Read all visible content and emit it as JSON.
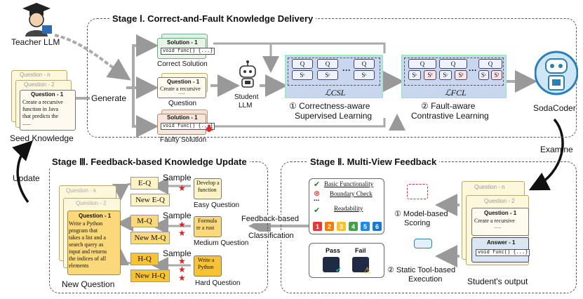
{
  "stage1": {
    "title": "Stage Ⅰ. Correct-and-Fault Knowledge Delivery",
    "teacher_label": "Teacher LLM",
    "generate_label": "Generate",
    "seed_knowledge_label": "Seed Knowledge",
    "seed_cards": {
      "back": "Question - n",
      "mid": "Question - 2",
      "front_title": "Question - 1",
      "front_text": [
        "Create a recursive",
        "function in Java",
        "that predicts the",
        "......"
      ]
    },
    "correct_solution": {
      "title": "Solution - 1",
      "code": "void func() {...}",
      "label": "Correct Solution"
    },
    "question": {
      "title": "Question - 1",
      "text": "Create a recursive",
      "dots": ".....",
      "label": "Question"
    },
    "faulty_solution": {
      "title": "Solution - 1",
      "code": "void func() {...}",
      "label": "Faulty Solution"
    },
    "student_label": [
      "Student",
      "LLM"
    ],
    "csl": {
      "loss": "ℒCSL",
      "caption": [
        "① Correctness-aware",
        "Supervised Learning"
      ],
      "q": "Q",
      "s": "Sᶜ",
      "dots": "···"
    },
    "fcl": {
      "loss": "ℒFCL",
      "caption": [
        "② Fault-aware",
        "Contrastive Learning"
      ],
      "q": "Q",
      "s_c": "Sᶜ",
      "s_f": "Sᶠ",
      "dots": "···"
    },
    "sodacoder_label": "SodaCoder"
  },
  "stage2": {
    "title": "Stage Ⅱ. Multi-View Feedback",
    "examine_label": "Examine",
    "checklist": [
      "Basic Functionality",
      "Boundary Check",
      "Readability"
    ],
    "check_dots": "...",
    "scores": [
      "1",
      "2",
      "3",
      "4",
      "5",
      "6"
    ],
    "score_colors": [
      "#e53935",
      "#f57c00",
      "#fbc02d",
      "#43a047",
      "#1e88e5",
      "#1976d2"
    ],
    "model_scoring": [
      "① Model-based",
      "Scoring"
    ],
    "pass_label": "Pass",
    "fail_label": "Fail",
    "static_tool": [
      "② Static Tool-based",
      "Execution"
    ],
    "output_cards": {
      "back": "Question - n",
      "mid": "Question - 2",
      "q_title": "Question - 1",
      "q_text": "Create a recursive",
      "q_dots": ".....",
      "a_title": "Answer - 1",
      "a_code": "void func() {...}"
    },
    "students_output_label": "Student's output"
  },
  "stage3": {
    "title": "Stage Ⅲ. Feedback-based Knowledge Update",
    "update_label": "Update",
    "classification_label": [
      "Feedback-based",
      "Classification"
    ],
    "new_question_label": "New Question",
    "nq_cards": {
      "back": "Question - k",
      "mid": "Question - 2",
      "front_title": "Question - 1",
      "front_text": [
        "Write a Python",
        "program that",
        "takes a list and a",
        "search query as",
        "input and returns",
        "the indices of all",
        "elements"
      ]
    },
    "rows": [
      {
        "tag": "E-Q",
        "new": "New E-Q",
        "sample": "Sample",
        "doc": [
          "Develop a",
          "function"
        ],
        "label": "Easy Question",
        "stars": 1,
        "color": "#fdf3c4"
      },
      {
        "tag": "M-Q",
        "new": "New M-Q",
        "sample": "Sample",
        "doc": [
          "Formula",
          "te a rust"
        ],
        "label": "Medium Question",
        "stars": 2,
        "color": "#fbd97a"
      },
      {
        "tag": "H-Q",
        "new": "New H-Q",
        "sample": "Sample",
        "doc": [
          "Write a",
          "Python"
        ],
        "label": "Hard Question",
        "stars": 3,
        "color": "#f7c234"
      }
    ]
  }
}
